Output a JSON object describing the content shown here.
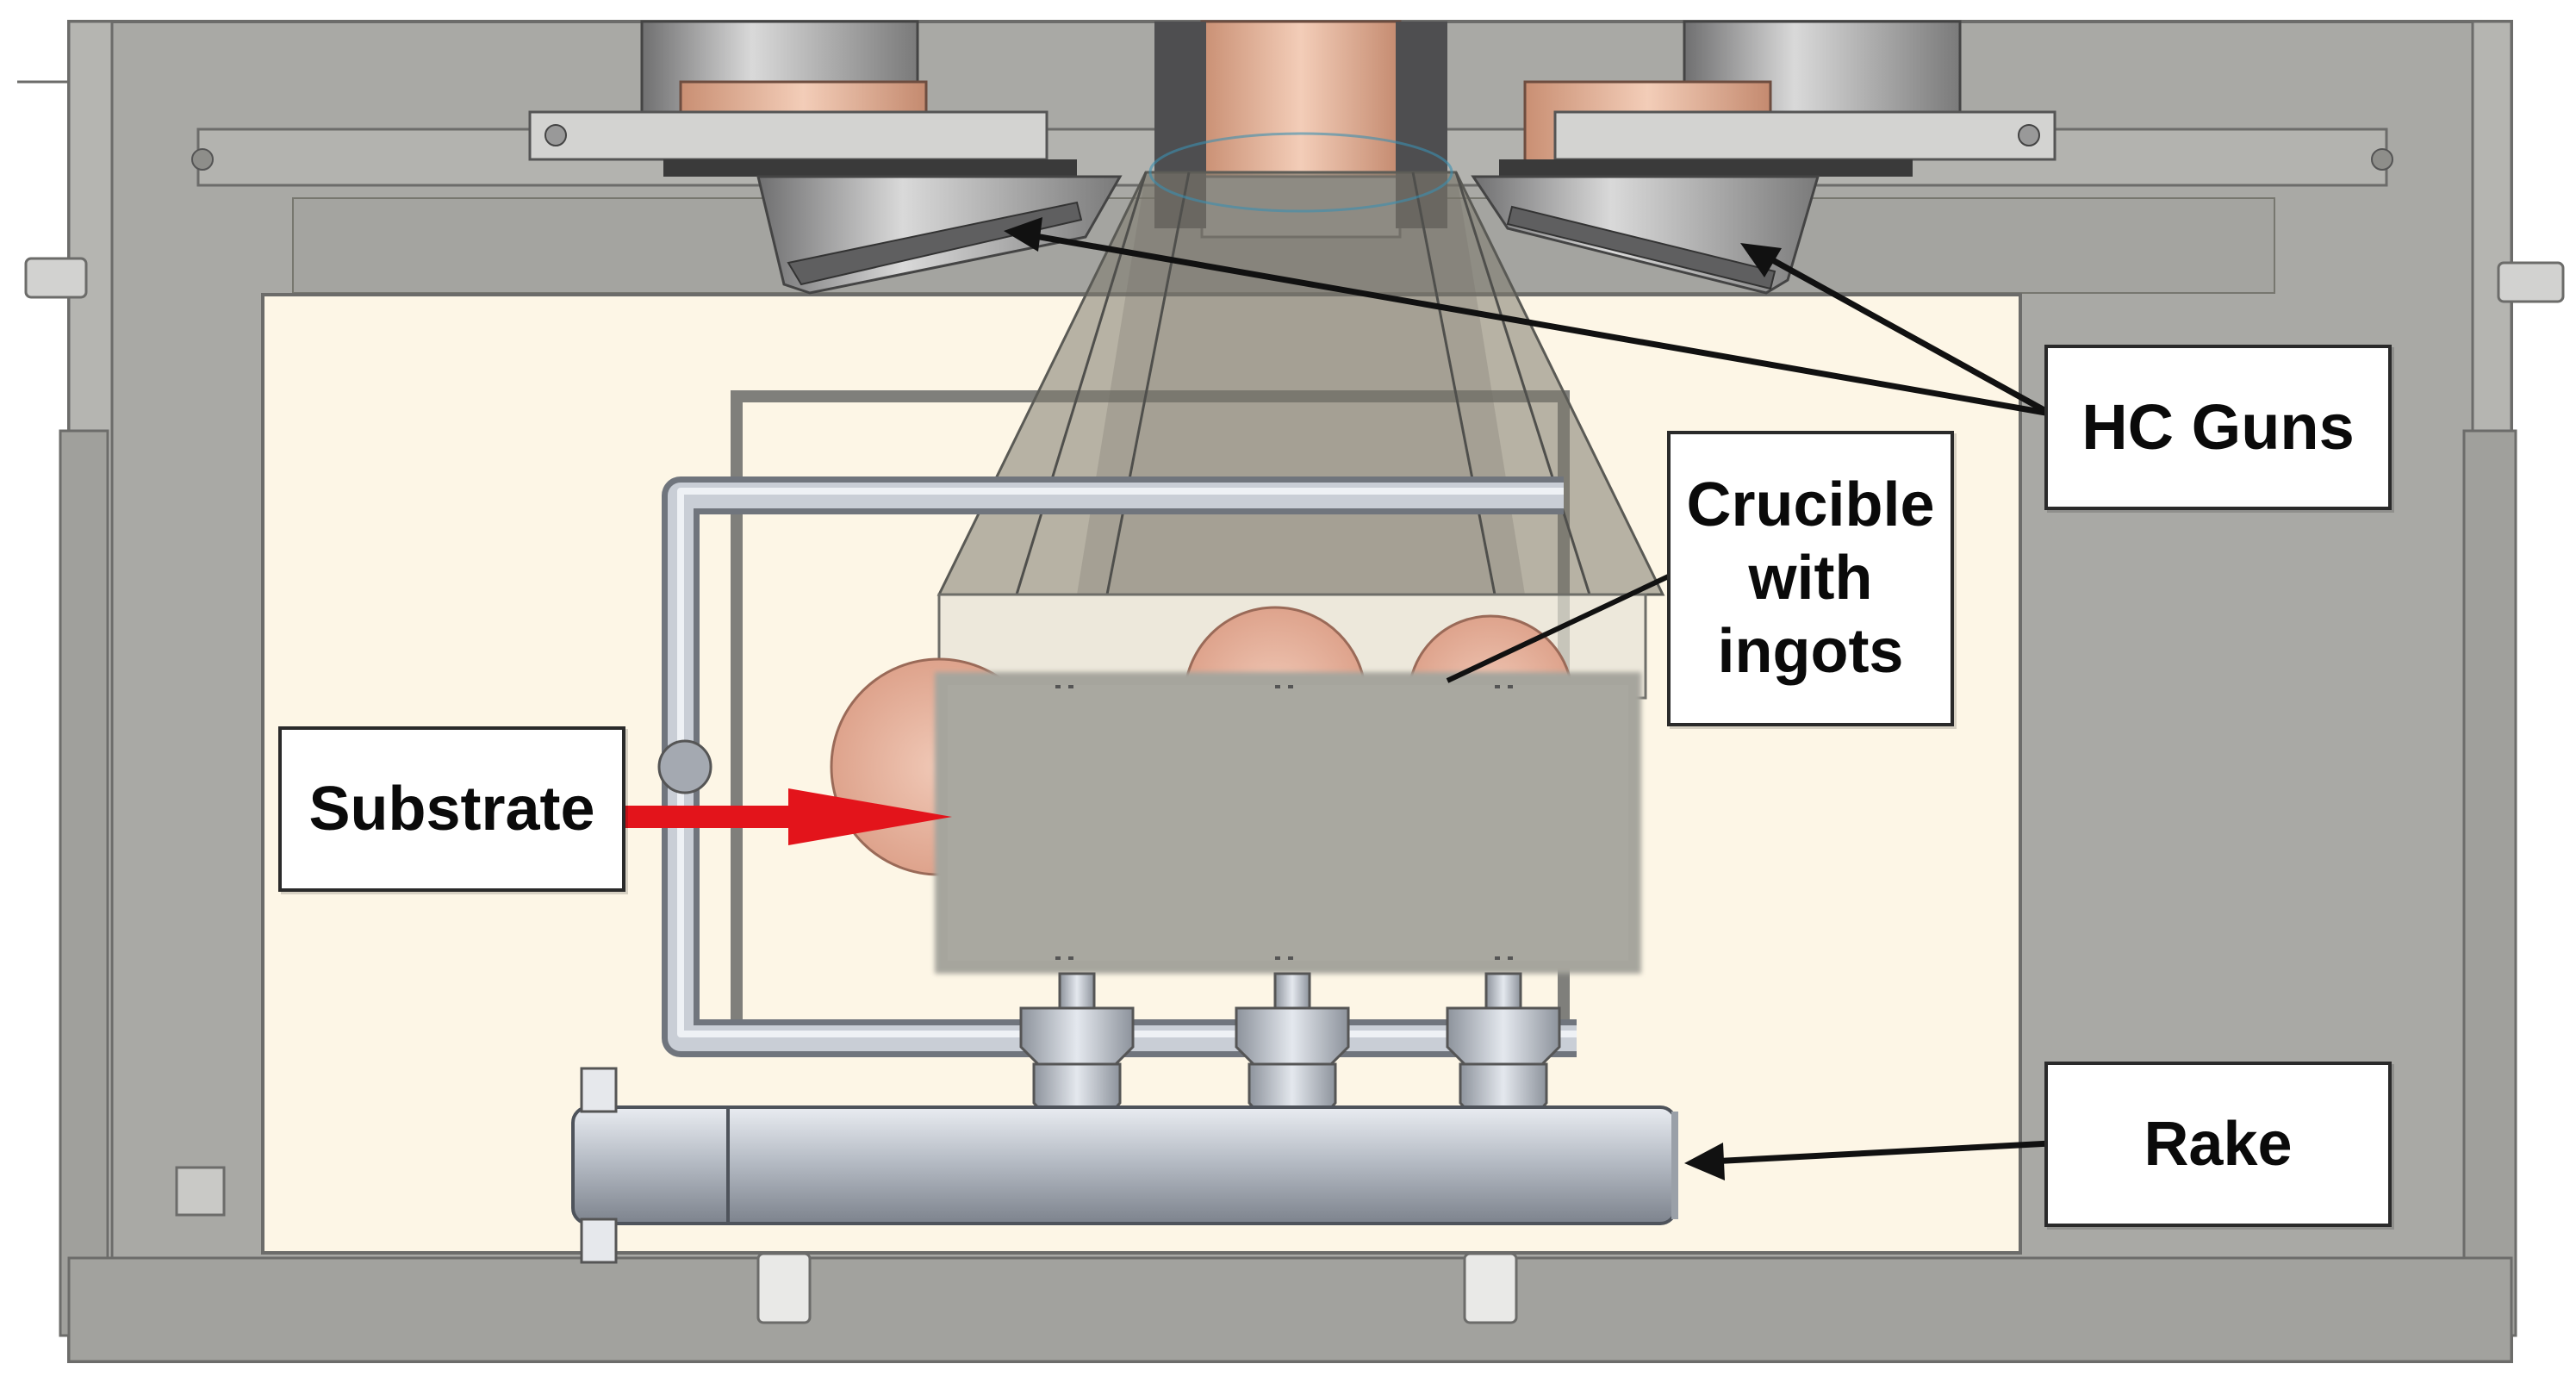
{
  "labels": {
    "hc_guns": "HC Guns",
    "crucible": "Crucible\nwith\ningots",
    "substrate": "Substrate",
    "rake": "Rake"
  },
  "colors": {
    "arrow_black": "#111111",
    "arrow_red": "#e3141b",
    "chamber_grey": "#a9a9a5",
    "inner_panel": "#fdf6e6",
    "substrate_grey": "#a6a59d",
    "copper": "#e8b8a0",
    "steel": "#b9bfc8"
  },
  "icons": [
    "hc-gun-icon",
    "crucible-icon",
    "rake-icon",
    "substrate-plate-icon"
  ]
}
